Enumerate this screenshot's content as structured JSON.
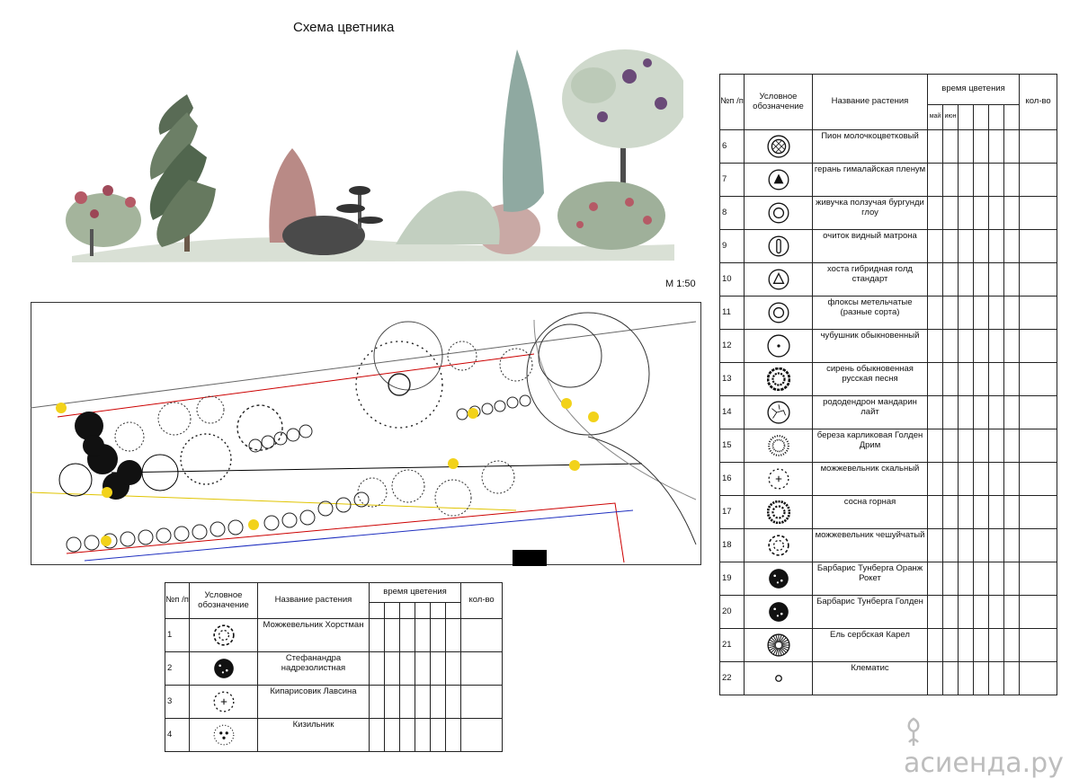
{
  "title": "Схема цветника",
  "scale": "М 1:50",
  "watermark": "асиенда.ру",
  "table_headers": {
    "num": "№п /п",
    "symbol": "Условное обозначение",
    "name": "Название растения",
    "bloom": "время цветения",
    "count": "кол-во",
    "months": [
      "май",
      "июн"
    ]
  },
  "left_plants": [
    {
      "n": "1",
      "name": "Можжевельник Хорстман",
      "sym": "dashed-ring"
    },
    {
      "n": "2",
      "name": "Стефанандра надрезолистная",
      "sym": "dark-blob"
    },
    {
      "n": "3",
      "name": "Кипарисовик Лавсина",
      "sym": "dashed-cross"
    },
    {
      "n": "4",
      "name": "Кизильник",
      "sym": "dotted-circle"
    }
  ],
  "right_plants": [
    {
      "n": "6",
      "name": "Пион молочкоцветковый",
      "sym": "hatched-circle"
    },
    {
      "n": "7",
      "name": "герань гималайская пленум",
      "sym": "circle-triangle-filled"
    },
    {
      "n": "8",
      "name": "живучка ползучая бургунди глоу",
      "sym": "double-circle"
    },
    {
      "n": "9",
      "name": "очиток видный матрона",
      "sym": "circle-bar"
    },
    {
      "n": "10",
      "name": "хоста гибридная голд стандарт",
      "sym": "circle-triangle"
    },
    {
      "n": "11",
      "name": "флоксы метельчатые (разные сорта)",
      "sym": "double-circle"
    },
    {
      "n": "12",
      "name": "чубушник обыкновенный",
      "sym": "dot-circle"
    },
    {
      "n": "13",
      "name": "сирень обыкновенная русская песня",
      "sym": "scalloped-dark"
    },
    {
      "n": "14",
      "name": "рододендрон мандарин лайт",
      "sym": "cracked-circle"
    },
    {
      "n": "15",
      "name": "береза карликовая Голден Дрим",
      "sym": "spiky-bush"
    },
    {
      "n": "16",
      "name": "можжевельник скальный",
      "sym": "dashed-cross"
    },
    {
      "n": "17",
      "name": "сосна горная",
      "sym": "dark-ring"
    },
    {
      "n": "18",
      "name": "можжевельник чешуйчатый",
      "sym": "dashed-ring"
    },
    {
      "n": "19",
      "name": "Барбарис Тунберга Оранж Рокет",
      "sym": "dark-blob"
    },
    {
      "n": "20",
      "name": "Барбарис Тунберга Голден",
      "sym": "dark-blob"
    },
    {
      "n": "21",
      "name": "Ель сербская Карел",
      "sym": "radial"
    },
    {
      "n": "22",
      "name": "Клематис",
      "sym": "small-circle"
    }
  ]
}
